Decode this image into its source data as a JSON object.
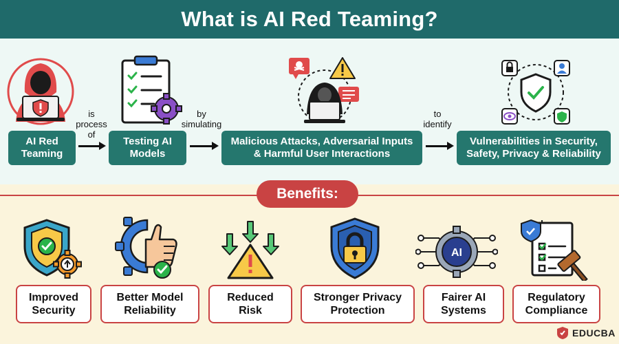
{
  "title": "What is AI Red Teaming?",
  "flow": {
    "boxes": [
      {
        "line1": "AI Red",
        "line2": "Teaming"
      },
      {
        "line1": "Testing AI",
        "line2": "Models"
      },
      {
        "line1": "Malicious Attacks, Adversarial Inputs",
        "line2": "& Harmful User Interactions"
      },
      {
        "line1": "Vulnerabilities in Security,",
        "line2": "Safety, Privacy & Reliability"
      }
    ],
    "connectors": [
      {
        "line1": "is",
        "line2": "process",
        "line3": "of"
      },
      {
        "line1": "by",
        "line2": "simulating"
      },
      {
        "line1": "to",
        "line2": "identify"
      }
    ]
  },
  "benefits": {
    "heading": "Benefits:",
    "items": [
      {
        "line1": "Improved",
        "line2": "Security"
      },
      {
        "line1": "Better Model",
        "line2": "Reliability"
      },
      {
        "line1": "Reduced",
        "line2": "Risk"
      },
      {
        "line1": "Stronger Privacy",
        "line2": "Protection"
      },
      {
        "line1": "Fairer AI",
        "line2": "Systems"
      },
      {
        "line1": "Regulatory",
        "line2": "Compliance"
      }
    ]
  },
  "icons": {
    "ai_chip_text": "AI",
    "names": [
      "hacker-laptop-icon",
      "checklist-gear-icon",
      "hacker-threats-icon",
      "shield-network-icon",
      "shield-upgrade-icon",
      "gear-thumbs-up-icon",
      "risk-warning-icon",
      "shield-lock-icon",
      "ai-chip-icon",
      "compliance-gavel-icon"
    ]
  },
  "brand": {
    "name": "EDUCBA"
  },
  "colors": {
    "teal": "#25776e",
    "header": "#1f6a6a",
    "red": "#c94343",
    "yellow": "#f7c948",
    "blue": "#3a7bd5"
  }
}
